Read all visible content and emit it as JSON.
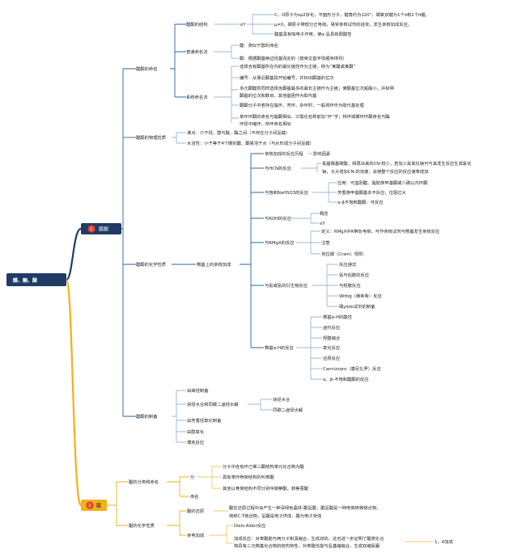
{
  "colors": {
    "ketone_branch": "#1f3b66",
    "acid_branch": "#f2b118",
    "root_fill": "#1f3b66",
    "badge_red": "#e8412a",
    "branch_line": "#2a63a4",
    "leaf_line": "#9bb8d8"
  },
  "root": {
    "label": "醛、酮、酸"
  },
  "ketone": {
    "badge": "1",
    "label": "醛酮",
    "naming": {
      "label": "醛酮的命名",
      "structure": {
        "label": "醛酮的结构",
        "sub": "eY",
        "items": [
          "C、O原子为sp2杂化，平面形分子，键角约为120°，碳氧双键为1个σ和1个π键。",
          "μ≠0，碳原子带部分正电荷，易受亲核试剂的进攻，发生亲核加成反应。",
          "醛基具有吸电子作用，使α-氢具有弱酸性"
        ]
      },
      "common": {
        "label": "普通命名法",
        "items": [
          "醛：类似于醇的命名",
          "酮：根据酮基两边烃基而定的（按英文首字母顺序排列）"
        ]
      },
      "systematic": {
        "label": "系统命名法",
        "items": [
          "选择含有酮基所在内的最长链烃作为主链，称为“某醛或某酮”",
          "编号：从靠近酮基段开始编号，并标出酮基的位次",
          "多元酮醛则同样选择含酮基最多的最长主链作为主链；使酮基位次超最小，并标明",
          "酮基的位次和数目，其他基团作为取代基",
          "酮酮分子中若存在脂环，芳环，杂环时，一般将环作为取代基处理",
          "单环环酮的命名与脂酮相似，只需在名称前加“环”字；桥环或螺环环酮命名与酯",
          "环烃中缩环，桥环命名相似"
        ]
      }
    },
    "physical": {
      "label": "醛酮的物理性质",
      "items": [
        "沸点：介于烃、醇与醚、酯之间（不存在分子间氢键）",
        "水溶性：小于等于4个碳的醛、酮易溶于水（与水形成分子间氢键）"
      ]
    },
    "chemical": {
      "label": "醛酮的化学性质",
      "sub": "羰基上的亲核加成",
      "mech": {
        "label": "亲核加成的反应历程",
        "detail": "影响因素"
      },
      "hcn": {
        "label": "与HCN的反应",
        "items": [
          "氰基腈基碳酸，频再出来的CN-较少，若加入氰氧化钠可与其发生反应生成氰化",
          "钠，大大增加CN-的浓度，会使整个反应的反应速率增加"
        ]
      },
      "nahso3": {
        "label": "与饱和NaHSO3的反应",
        "items": [
          "应用：可鉴别醛、脂肪族甲基酮或八碳以内环酮",
          "芳香族甲基酮基本不反应，位阻过大",
          "α-β不饱和醛酮：可反应"
        ]
      },
      "roh": {
        "label": "与ROH的反应",
        "items": [
          "概念",
          "eY"
        ]
      },
      "rmgx": {
        "label": "与RMgX的反应",
        "items": [
          "定义：RMgX中R带负电荷，可作亲核试剂与羰基发生亲核反应",
          "注意",
          "克拉姆（Cram）规则："
        ]
      },
      "ammonia": {
        "label": "与氨或氨的衍生物反应",
        "items": [
          "反应通式",
          "氨与伯胺的反应",
          "与羟胺反应",
          "Wittig（维希希）反应",
          "磷ylide试剂的制备"
        ]
      },
      "alpha": {
        "label": "羰基α-H的反应",
        "items": [
          "羰基α-H的酸性",
          "卤代反应",
          "羟醛缩合",
          "氧化反应",
          "还原反应",
          "Cannizzaro（康尼扎罗）反应",
          "α、β-不饱和醛酮的反应"
        ]
      }
    },
    "prep": {
      "label": "醛酮的制备",
      "items": [
        "由烯烃制备",
        "炔烃水合和同碳二卤烃水解",
        "由芳香烃氧化制备",
        "由醇氧化",
        "傅克反应"
      ],
      "alkyne_sub": [
        "炔烃水合",
        "同碳二卤烃水解"
      ]
    }
  },
  "acid": {
    "badge": "2",
    "label": "醌",
    "classification": {
      "label": "醌的分类和命名",
      "sub_a": "分",
      "sub_b": "命名",
      "items": [
        "分子中含有环己烯二酮结构单元化合物为醌",
        "具有苯环骨架结构的叫苯醌",
        "其他以骨架结构不同分别叫做萘醌，菲等蒽醌"
      ]
    },
    "chemical": {
      "label": "醌的化学性质",
      "reduction": {
        "label": "醌的还原",
        "items": [
          "醌在还原过程中会产生一种深绿色晶体-醌氢醌，醌氢醌是一种电荷转移络合物，",
          "简称C-T络合物，氢醌是电子供体，醌为电子受体"
        ]
      },
      "addition": {
        "label": "亲电加成",
        "items": [
          "Diels-Alder反应",
          "加成反应：对苯醌能与两分子和溴缩合，生成双的，这也进一步证明了醌类化合",
          "物具有二元羰基化合物的结构特性，对苯醌也能与氢基缩缩合，生成双缩氨脲"
        ],
        "tail": "1，4加成"
      }
    }
  }
}
